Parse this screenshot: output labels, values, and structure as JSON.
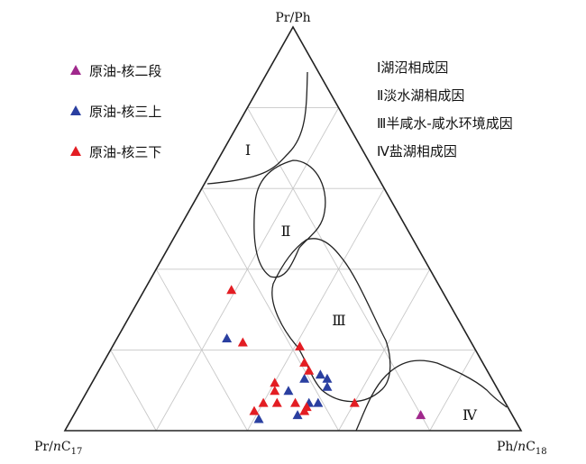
{
  "chart_data": {
    "type": "scatter",
    "subtype": "ternary",
    "vertices": {
      "top": "Pr/Ph",
      "left": "Pr/nC17",
      "right": "Ph/nC18"
    },
    "axis_label_parts": {
      "top": {
        "text": "Pr/Ph"
      },
      "left": {
        "pre": "Pr/",
        "italic": "n",
        "mid": "C",
        "sub": "17"
      },
      "right": {
        "pre": "Ph/",
        "italic": "n",
        "mid": "C",
        "sub": "18"
      }
    },
    "grid": true,
    "legend_position": "top-left",
    "series": [
      {
        "name": "原油-核二段",
        "color": "#a0288c",
        "marker": "triangle",
        "points": [
          {
            "top": 0.04,
            "left": 0.2,
            "right": 0.76
          }
        ]
      },
      {
        "name": "原油-核三上",
        "color": "#2a3fa0",
        "marker": "triangle",
        "points": [
          {
            "top": 0.23,
            "left": 0.53,
            "right": 0.24
          },
          {
            "top": 0.13,
            "left": 0.41,
            "right": 0.46
          },
          {
            "top": 0.14,
            "left": 0.37,
            "right": 0.49
          },
          {
            "top": 0.13,
            "left": 0.36,
            "right": 0.51
          },
          {
            "top": 0.11,
            "left": 0.37,
            "right": 0.52
          },
          {
            "top": 0.07,
            "left": 0.41,
            "right": 0.52
          },
          {
            "top": 0.04,
            "left": 0.47,
            "right": 0.49
          },
          {
            "top": 0.03,
            "left": 0.56,
            "right": 0.41
          },
          {
            "top": 0.1,
            "left": 0.46,
            "right": 0.44
          },
          {
            "top": 0.07,
            "left": 0.43,
            "right": 0.5
          }
        ]
      },
      {
        "name": "原油-核三下",
        "color": "#e31d23",
        "marker": "triangle",
        "points": [
          {
            "top": 0.35,
            "left": 0.46,
            "right": 0.19
          },
          {
            "top": 0.22,
            "left": 0.5,
            "right": 0.28
          },
          {
            "top": 0.21,
            "left": 0.38,
            "right": 0.41
          },
          {
            "top": 0.17,
            "left": 0.39,
            "right": 0.44
          },
          {
            "top": 0.15,
            "left": 0.39,
            "right": 0.46
          },
          {
            "top": 0.12,
            "left": 0.48,
            "right": 0.4
          },
          {
            "top": 0.1,
            "left": 0.49,
            "right": 0.41
          },
          {
            "top": 0.07,
            "left": 0.53,
            "right": 0.4
          },
          {
            "top": 0.07,
            "left": 0.5,
            "right": 0.43
          },
          {
            "top": 0.07,
            "left": 0.46,
            "right": 0.47
          },
          {
            "top": 0.05,
            "left": 0.45,
            "right": 0.5
          },
          {
            "top": 0.05,
            "left": 0.56,
            "right": 0.39
          },
          {
            "top": 0.07,
            "left": 0.33,
            "right": 0.6
          },
          {
            "top": 0.06,
            "left": 0.44,
            "right": 0.5
          }
        ]
      }
    ],
    "regions": [
      {
        "label": "I",
        "name": "湖沼相成因"
      },
      {
        "label": "II",
        "name": "淡水湖相成因"
      },
      {
        "label": "III",
        "name": "半咸水-咸水环境成因"
      },
      {
        "label": "IV",
        "name": "盐湖相成因"
      }
    ],
    "zone_notes": [
      "Ⅰ湖沼相成因",
      "Ⅱ淡水湖相成因",
      "Ⅲ半咸水-咸水环境成因",
      "Ⅳ盐湖相成因"
    ],
    "region_labels": [
      "Ⅰ",
      "Ⅱ",
      "Ⅲ",
      "Ⅳ"
    ]
  }
}
